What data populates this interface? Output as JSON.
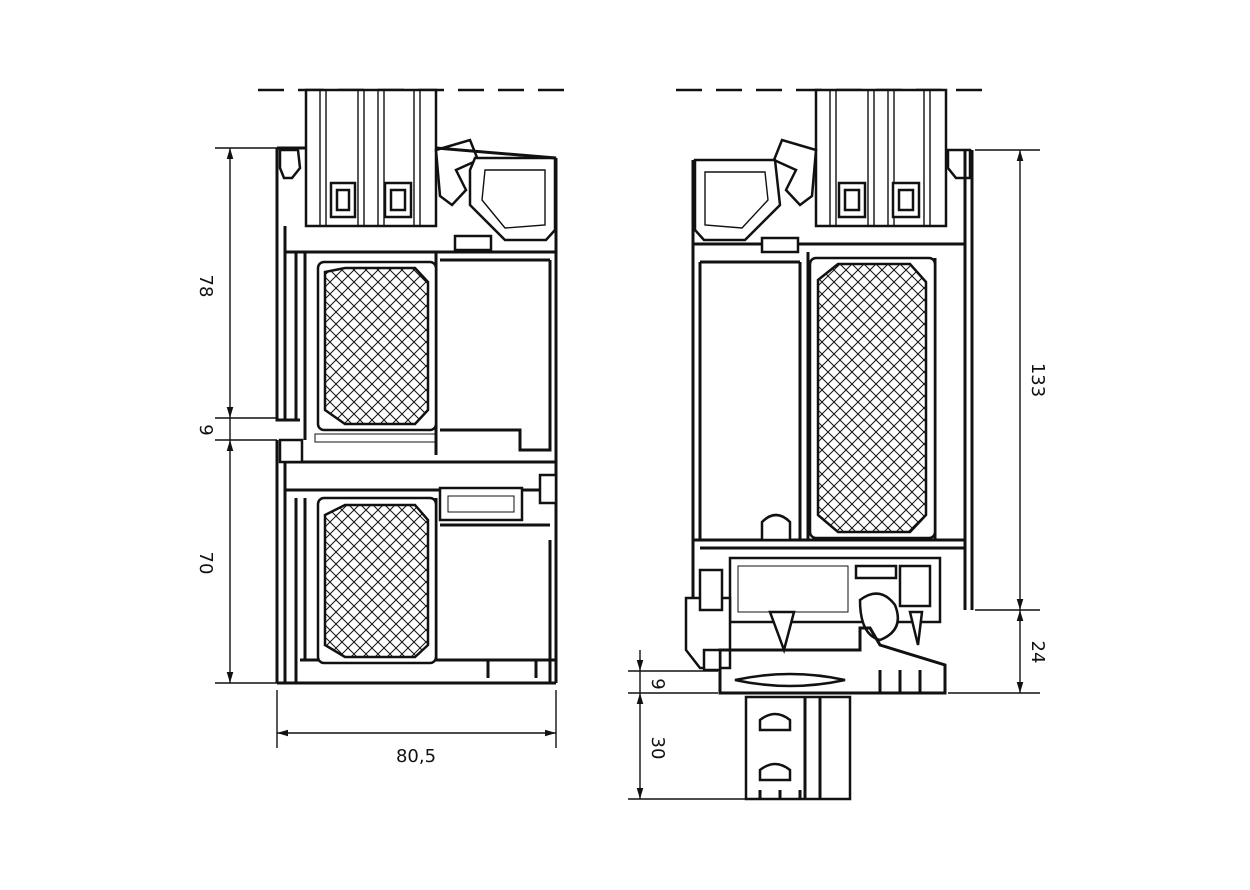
{
  "left_section": {
    "dimensions": {
      "d78": "78",
      "d9": "9",
      "d70": "70",
      "d80_5": "80,5"
    }
  },
  "right_section": {
    "dimensions": {
      "d133": "133",
      "d24": "24",
      "d9": "9",
      "d30": "30"
    }
  },
  "colors": {
    "line": "#111111",
    "background": "#ffffff"
  }
}
